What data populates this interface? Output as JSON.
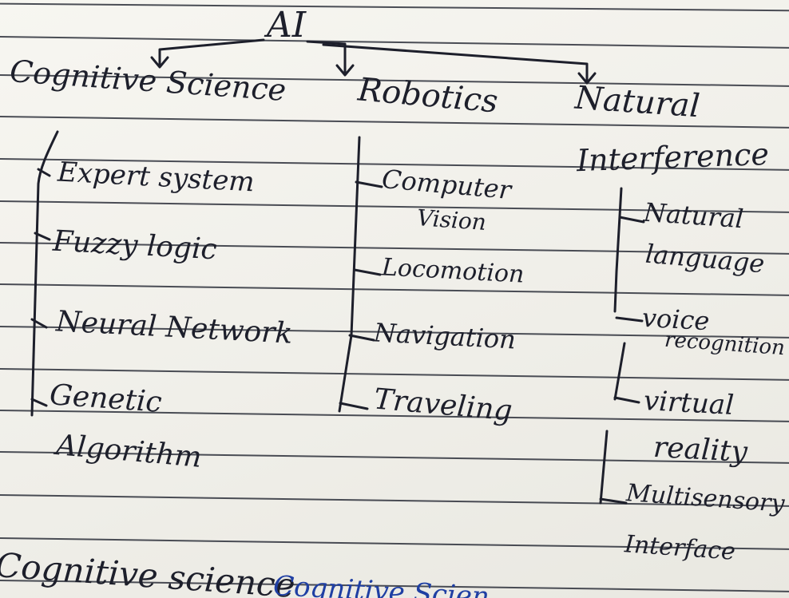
{
  "root": "AI",
  "branches": [
    {
      "title": "Cognitive Science",
      "items": [
        "Expert system",
        "Fuzzy logic",
        "Neural Network",
        "Genetic",
        "Algorithm"
      ]
    },
    {
      "title": "Robotics",
      "items": [
        "Computer",
        "Vision",
        "Locomotion",
        "Navigation",
        "Traveling"
      ]
    },
    {
      "title": "Natural",
      "title_line2": "Interference",
      "items": [
        "Natural",
        "language",
        "voice",
        "recognition",
        "virtual",
        "reality",
        "Multisensory",
        "Interface"
      ]
    }
  ],
  "footer": {
    "heading": "Cognitive science",
    "note": "Cognitive Scien"
  },
  "ink_color": "#1d1f2b",
  "note_color": "#1f3fa3"
}
